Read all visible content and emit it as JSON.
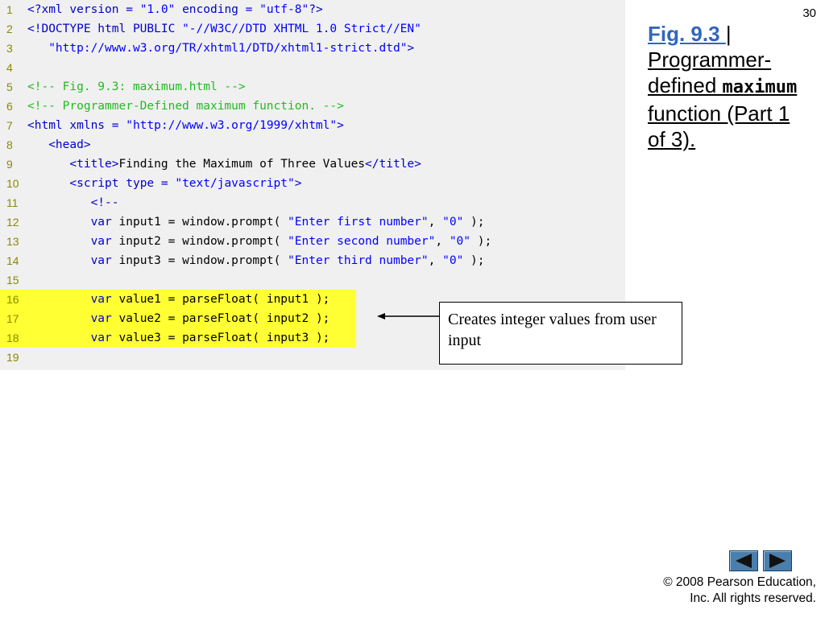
{
  "slide_number": "30",
  "code_lines": [
    {
      "num": "1",
      "highlight": false,
      "tokens": [
        {
          "t": "<?xml version = ",
          "c": "k"
        },
        {
          "t": "\"1.0\"",
          "c": "s"
        },
        {
          "t": " encoding = ",
          "c": "k"
        },
        {
          "t": "\"utf-8\"",
          "c": "s"
        },
        {
          "t": "?>",
          "c": "k"
        }
      ]
    },
    {
      "num": "2",
      "highlight": false,
      "tokens": [
        {
          "t": "<!DOCTYPE html PUBLIC ",
          "c": "k"
        },
        {
          "t": "\"-//W3C//DTD XHTML 1.0 Strict//EN\"",
          "c": "s"
        }
      ]
    },
    {
      "num": "3",
      "highlight": false,
      "tokens": [
        {
          "t": "   ",
          "c": "p"
        },
        {
          "t": "\"http://www.w3.org/TR/xhtml1/DTD/xhtml1-strict.dtd\"",
          "c": "s"
        },
        {
          "t": ">",
          "c": "k"
        }
      ]
    },
    {
      "num": "4",
      "highlight": false,
      "tokens": []
    },
    {
      "num": "5",
      "highlight": false,
      "tokens": [
        {
          "t": "<!-- Fig. 9.3: maximum.html -->",
          "c": "c"
        }
      ]
    },
    {
      "num": "6",
      "highlight": false,
      "tokens": [
        {
          "t": "<!-- Programmer-Defined maximum function. -->",
          "c": "c"
        }
      ]
    },
    {
      "num": "7",
      "highlight": false,
      "tokens": [
        {
          "t": "<html xmlns = ",
          "c": "k"
        },
        {
          "t": "\"http://www.w3.org/1999/xhtml\"",
          "c": "s"
        },
        {
          "t": ">",
          "c": "k"
        }
      ]
    },
    {
      "num": "8",
      "highlight": false,
      "tokens": [
        {
          "t": "   ",
          "c": "p"
        },
        {
          "t": "<head>",
          "c": "k"
        }
      ]
    },
    {
      "num": "9",
      "highlight": false,
      "tokens": [
        {
          "t": "      ",
          "c": "p"
        },
        {
          "t": "<title>",
          "c": "k"
        },
        {
          "t": "Finding the Maximum of Three Values",
          "c": "p"
        },
        {
          "t": "</title>",
          "c": "k"
        }
      ]
    },
    {
      "num": "10",
      "highlight": false,
      "tokens": [
        {
          "t": "      ",
          "c": "p"
        },
        {
          "t": "<script type = ",
          "c": "k"
        },
        {
          "t": "\"text/javascript\"",
          "c": "s"
        },
        {
          "t": ">",
          "c": "k"
        }
      ]
    },
    {
      "num": "11",
      "highlight": false,
      "tokens": [
        {
          "t": "         ",
          "c": "p"
        },
        {
          "t": "<!--",
          "c": "k"
        }
      ]
    },
    {
      "num": "12",
      "highlight": false,
      "tokens": [
        {
          "t": "         ",
          "c": "p"
        },
        {
          "t": "var",
          "c": "k"
        },
        {
          "t": " input1 = window.prompt( ",
          "c": "p"
        },
        {
          "t": "\"Enter first number\"",
          "c": "s"
        },
        {
          "t": ", ",
          "c": "p"
        },
        {
          "t": "\"0\"",
          "c": "s"
        },
        {
          "t": " );",
          "c": "p"
        }
      ]
    },
    {
      "num": "13",
      "highlight": false,
      "tokens": [
        {
          "t": "         ",
          "c": "p"
        },
        {
          "t": "var",
          "c": "k"
        },
        {
          "t": " input2 = window.prompt( ",
          "c": "p"
        },
        {
          "t": "\"Enter second number\"",
          "c": "s"
        },
        {
          "t": ", ",
          "c": "p"
        },
        {
          "t": "\"0\"",
          "c": "s"
        },
        {
          "t": " );",
          "c": "p"
        }
      ]
    },
    {
      "num": "14",
      "highlight": false,
      "tokens": [
        {
          "t": "         ",
          "c": "p"
        },
        {
          "t": "var",
          "c": "k"
        },
        {
          "t": " input3 = window.prompt( ",
          "c": "p"
        },
        {
          "t": "\"Enter third number\"",
          "c": "s"
        },
        {
          "t": ", ",
          "c": "p"
        },
        {
          "t": "\"0\"",
          "c": "s"
        },
        {
          "t": " );",
          "c": "p"
        }
      ]
    },
    {
      "num": "15",
      "highlight": false,
      "tokens": []
    },
    {
      "num": "16",
      "highlight": true,
      "tokens": [
        {
          "t": "         ",
          "c": "p"
        },
        {
          "t": "var",
          "c": "k"
        },
        {
          "t": " value1 = parseFloat( input1 );",
          "c": "p"
        }
      ]
    },
    {
      "num": "17",
      "highlight": true,
      "tokens": [
        {
          "t": "         ",
          "c": "p"
        },
        {
          "t": "var",
          "c": "k"
        },
        {
          "t": " value2 = parseFloat( input2 );",
          "c": "p"
        }
      ]
    },
    {
      "num": "18",
      "highlight": true,
      "tokens": [
        {
          "t": "         ",
          "c": "p"
        },
        {
          "t": "var",
          "c": "k"
        },
        {
          "t": " value3 = parseFloat( input3 );",
          "c": "p"
        }
      ]
    },
    {
      "num": "19",
      "highlight": false,
      "tokens": []
    }
  ],
  "figure_title": {
    "link": "Fig. 9.3 ",
    "sep": "|",
    "line1": "Programmer-",
    "line2": "defined ",
    "mono": "maximum",
    "line3": "function (Part 1",
    "line4": "of 3)."
  },
  "callout_text": "Creates integer values from user input",
  "nav": {
    "prev_icon": "triangle-left-icon",
    "next_icon": "triangle-right-icon"
  },
  "copyright_line1": "© 2008 Pearson Education,",
  "copyright_line2": "Inc.  All rights reserved.",
  "colors": {
    "keyword": "#0000cc",
    "string": "#0000ff",
    "comment": "#22bb22",
    "highlight": "#ffff33",
    "nav": "#4a7eab"
  }
}
